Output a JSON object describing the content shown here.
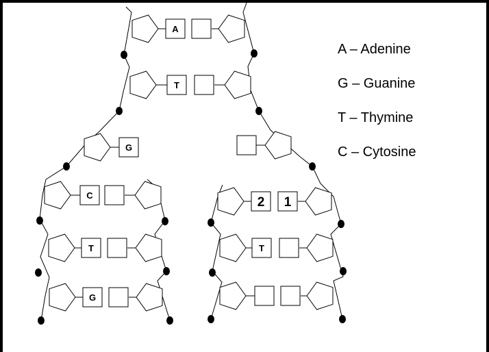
{
  "legend": [
    {
      "abbr": "A",
      "name": "Adenine"
    },
    {
      "abbr": "G",
      "name": "Guanine"
    },
    {
      "abbr": "T",
      "name": "Thymine"
    },
    {
      "abbr": "C",
      "name": "Cytosine"
    }
  ],
  "legend_separator": "–",
  "bases": {
    "top_1_left": "A",
    "top_1_right": "",
    "top_2_left": "T",
    "top_2_right": "",
    "fork_left": "G",
    "fork_right": "",
    "left_1_left": "C",
    "left_1_right": "",
    "left_2_left": "T",
    "left_2_right": "",
    "left_3_left": "G",
    "left_3_right": "",
    "right_1_left": "2",
    "right_1_right": "1",
    "right_2_left": "T",
    "right_2_right": "",
    "right_3_left": "",
    "right_3_right": ""
  }
}
